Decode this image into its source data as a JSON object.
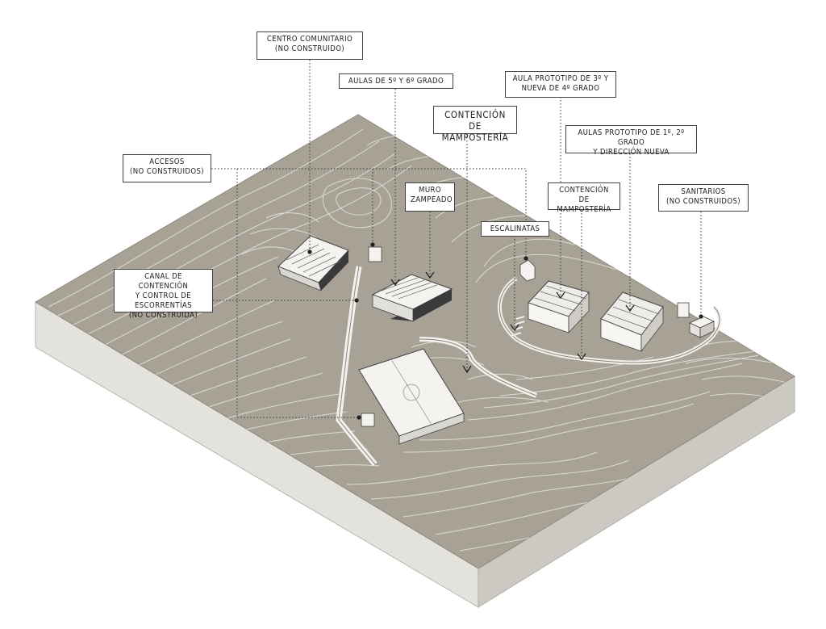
{
  "colors": {
    "terrain": "#a8a195",
    "terrain_side_left": "#e4e2dc",
    "terrain_side_right": "#ccc9c2",
    "contour": "#e9e6df",
    "leader": "#333333",
    "label_border": "#444444"
  },
  "labels": {
    "centro_comunitario": "CENTRO COMUNITARIO\n(NO CONSTRUIDO)",
    "aulas_5_6": "AULAS DE 5º Y 6º GRADO",
    "contencion_mamposteria_1": "CONTENCIÓN DE\nMAMPOSTERÍA",
    "aula_prototipo_3": "AULA PROTOTIPO DE 3º Y\nNUEVA DE 4º GRADO",
    "aulas_prototipo_1_2": "AULAS PROTOTIPO DE 1º, 2º GRADO\nY DIRECCIÓN NUEVA",
    "accesos": "ACCESOS\n(NO CONSTRUIDOS)",
    "muro_zampeado": "MURO\nZAMPEADO",
    "contencion_mamposteria_2": "CONTENCIÓN DE\nMAMPOSTERÍA",
    "sanitarios": "SANITARIOS\n(NO CONSTRUIDOS)",
    "escalinatas": "ESCALINATAS",
    "canal": "CANAL DE CONTENCIÓN\nY CONTROL DE\nESCORRENTÍAS\n(NO CONSTRUIDA)"
  }
}
